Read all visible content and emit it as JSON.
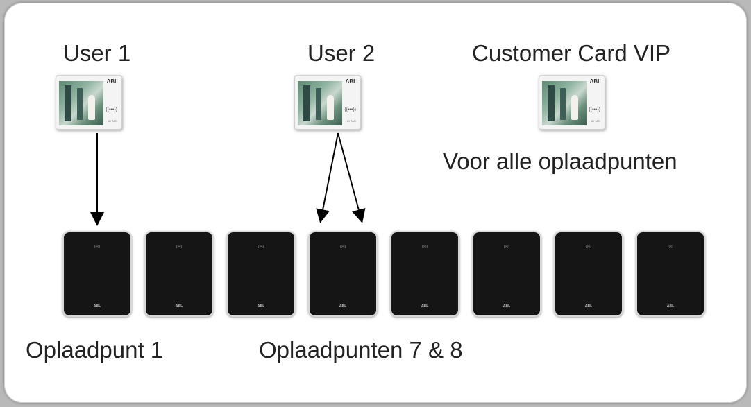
{
  "labels": {
    "user1": "User 1",
    "user2": "User 2",
    "vip": "Customer Card VIP",
    "vip_note": "Voor alle oplaadpunten",
    "charger1": "Oplaadpunt 1",
    "chargers78": "Oplaadpunten 7 & 8"
  },
  "card": {
    "brand": "ΔBL",
    "rfid": "((•••))",
    "small": "ID TAG"
  },
  "charger": {
    "rfid": "((•))",
    "logo": "ΔBL"
  },
  "colors": {
    "background": "#b9b9b9",
    "panel": "#ffffff",
    "charger_body": "#151515",
    "arrow": "#000000"
  }
}
